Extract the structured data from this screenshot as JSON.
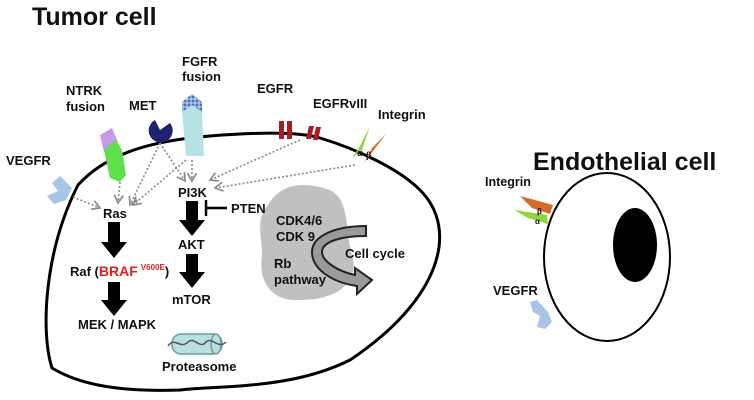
{
  "titles": {
    "tumor_cell": "Tumor cell",
    "endothelial_cell": "Endothelial cell"
  },
  "receptors": {
    "ntrk_line1": "NTRK",
    "ntrk_line2": "fusion",
    "met": "MET",
    "fgfr_line1": "FGFR",
    "fgfr_line2": "fusion",
    "egfr": "EGFR",
    "egfrviii": "EGFRvIII",
    "integrin_tumor": "Integrin",
    "vegfr_tumor": "VEGFR",
    "integrin_endo": "Integrin",
    "vegfr_endo": "VEGFR",
    "alpha": "α",
    "beta": "β"
  },
  "pathway": {
    "ras": "Ras",
    "raf_prefix": "Raf (",
    "braf": "BRAF",
    "braf_mutation": "V600E",
    "raf_suffix": ")",
    "mek_mapk": "MEK / MAPK",
    "pi3k": "PI3K",
    "pten": "PTEN",
    "akt": "AKT",
    "mtor": "mTOR",
    "cdk46": "CDK4/6",
    "cdk9": "CDK 9",
    "rb_line1": "Rb",
    "rb_line2": "pathway",
    "cell_cycle": "Cell cycle",
    "proteasome": "Proteasome"
  },
  "colors": {
    "egfr": "#a31f24",
    "met": "#1f2270",
    "ntrk_top": "#c59ae8",
    "ntrk_body": "#5ee04a",
    "fgfr_body": "#b5e3e3",
    "fgfr_top": "#6f8fd0",
    "vegfr": "#a8c4e6",
    "integrin_alpha": "#8fd43a",
    "integrin_beta": "#d86a28",
    "rb_blob": "#c0c0c0",
    "braf": "#e02020",
    "proteasome": "#b9e0e0"
  }
}
